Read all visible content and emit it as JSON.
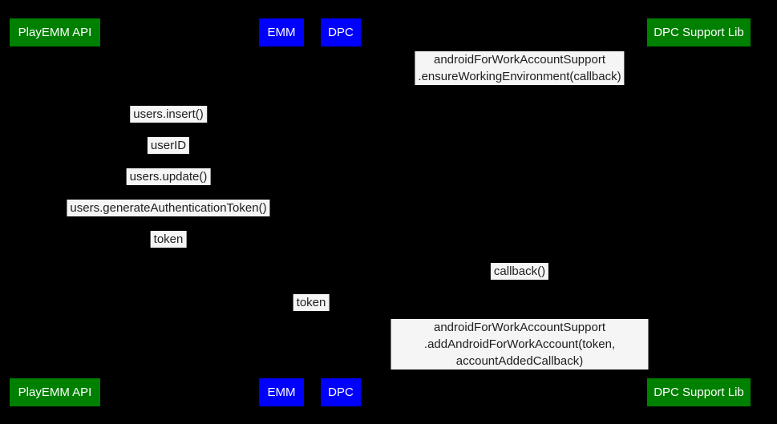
{
  "colors": {
    "bg": "#000000",
    "actor-green": "#008000",
    "actor-blue": "#0000ff",
    "actor-text": "#ffffff",
    "label-bg": "#f5f5f5",
    "label-text": "#202020"
  },
  "actors": [
    {
      "label": "PlayEMM API",
      "color": "green"
    },
    {
      "label": "EMM",
      "color": "blue"
    },
    {
      "label": "DPC",
      "color": "blue"
    },
    {
      "label": "DPC Support Lib",
      "color": "green"
    }
  ],
  "messages": [
    {
      "text": "androidForWorkAccountSupport\n.ensureWorkingEnvironment(callback)"
    },
    {
      "text": "users.insert()"
    },
    {
      "text": "userID"
    },
    {
      "text": "users.update()"
    },
    {
      "text": "users.generateAuthenticationToken()"
    },
    {
      "text": "token"
    },
    {
      "text": "callback()"
    },
    {
      "text": "token"
    },
    {
      "text": "androidForWorkAccountSupport\n.addAndroidForWorkAccount(token, accountAddedCallback)"
    }
  ]
}
